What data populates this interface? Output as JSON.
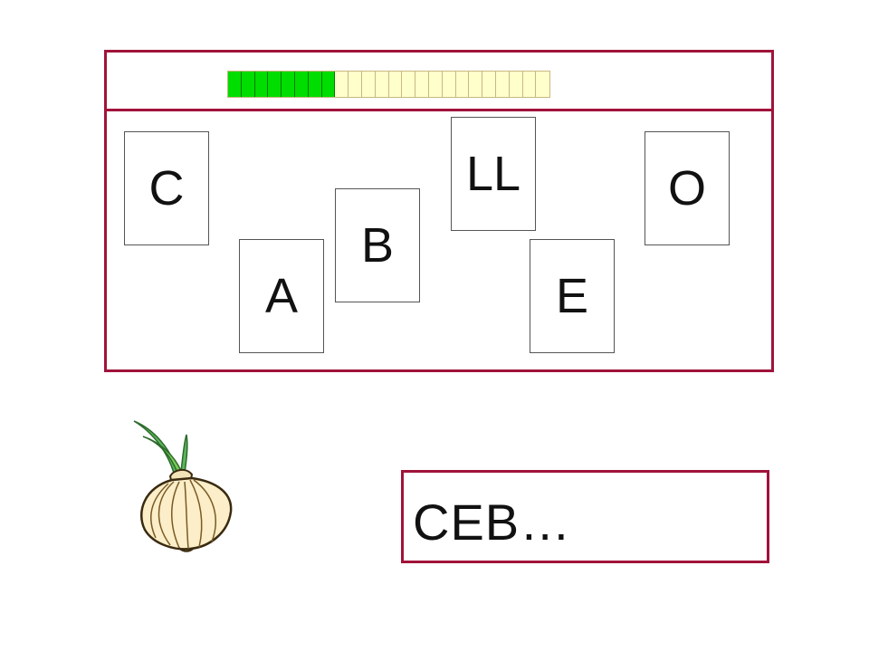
{
  "progress": {
    "filled": 8,
    "total": 24,
    "fill_color": "#00dd00",
    "empty_color": "#ffffcc"
  },
  "letter_cards": [
    {
      "letter": "C"
    },
    {
      "letter": "A"
    },
    {
      "letter": "B"
    },
    {
      "letter": "LL"
    },
    {
      "letter": "E"
    },
    {
      "letter": "O"
    }
  ],
  "answer": {
    "text": "CEB…"
  },
  "picture": {
    "icon": "onion-icon"
  },
  "colors": {
    "frame": "#a0133a"
  }
}
